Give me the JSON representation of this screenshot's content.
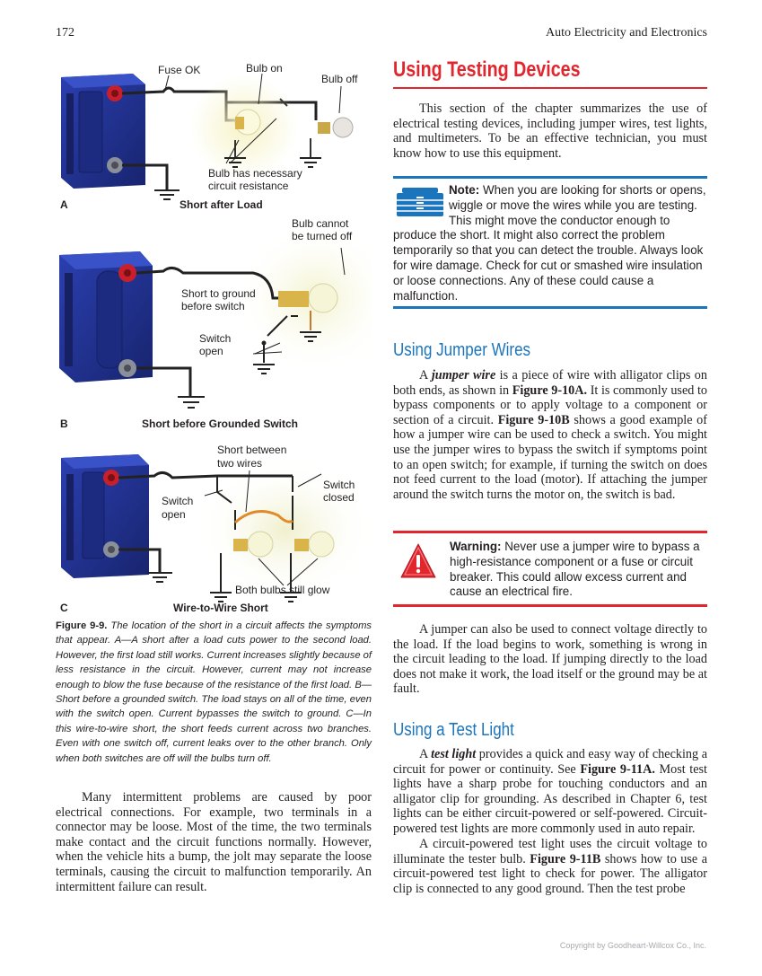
{
  "header": {
    "page_number": "172",
    "book_title": "Auto Electricity and Electronics"
  },
  "figure": {
    "panel_a": {
      "letter": "A",
      "title": "Short after Load",
      "callouts": {
        "fuse": "Fuse OK",
        "bulb_on": "Bulb on",
        "bulb_off": "Bulb off",
        "resistance_1": "Bulb has necessary",
        "resistance_2": "circuit resistance"
      }
    },
    "panel_b": {
      "letter": "B",
      "title": "Short before Grounded Switch",
      "callouts": {
        "cannot_1": "Bulb cannot",
        "cannot_2": "be turned off",
        "short_1": "Short to ground",
        "short_2": "before switch",
        "switch_1": "Switch",
        "switch_2": "open"
      }
    },
    "panel_c": {
      "letter": "C",
      "title": "Wire-to-Wire Short",
      "callouts": {
        "between_1": "Short between",
        "between_2": "two wires",
        "closed_1": "Switch",
        "closed_2": "closed",
        "open_1": "Switch",
        "open_2": "open",
        "glow": "Both bulbs still glow"
      }
    },
    "caption_label": "Figure 9-9.",
    "caption_text": "The location of the short in a circuit affects the symptoms that appear. A—A short after a load cuts power to the second load. However, the first load still works. Current increases slightly because of less resistance in the circuit. However, current may not increase enough to blow the fuse because of the resistance of the first load. B—Short before a grounded switch. The load stays on all of the time, even with the switch open. Current bypasses the switch to ground. C—In this wire-to-wire short, the short feeds current across two branches. Even with one switch off, current leaks over to the other branch. Only when both switches are off will the bulbs turn off."
  },
  "left_paragraph": "Many intermittent problems are caused by poor electrical connections. For example, two terminals in a connector may be loose. Most of the time, the two terminals make contact and the circuit functions normally. However, when the vehicle hits a bump, the jolt may separate the loose terminals, causing the circuit to malfunction temporarily. An intermittent failure can result.",
  "section": {
    "title": "Using Testing Devices",
    "intro": "This section of the chapter summarizes the use of electrical testing devices, including jumper wires, test lights, and multimeters. To be an effective technician, you must know how to use this equipment."
  },
  "note": {
    "label": "Note:",
    "text": "When you are looking for shorts or opens, wiggle or move the wires while you are testing. This might move the conductor enough to produce the short. It might also correct the problem temporarily so that you can detect the trouble. Always look for wire damage. Check for cut or smashed wire insulation or loose connections. Any of these could cause a malfunction."
  },
  "jumper": {
    "heading": "Using Jumper Wires",
    "p1_a": "A ",
    "p1_term": "jumper wire",
    "p1_b": " is a piece of wire with alligator clips on both ends, as shown in ",
    "p1_ref1": "Figure 9-10A.",
    "p1_c": " It is commonly used to bypass components or to apply voltage to a component or section of a circuit. ",
    "p1_ref2": "Figure 9-10B",
    "p1_d": " shows a good example of how a jumper wire can be used to check a switch. You might use the jumper wires to bypass the switch if symptoms point to an open switch; for example, if turning the switch on does not feed current to the load (motor). If attaching the jumper around the switch turns the motor on, the switch is bad.",
    "p2": "A jumper can also be used to connect voltage directly to the load. If the load begins to work, something is wrong in the circuit leading to the load. If jumping directly to the load does not make it work, the load itself or the ground may be at fault."
  },
  "warning": {
    "label": "Warning:",
    "text": "Never use a jumper wire to bypass a high-resistance component or a fuse or circuit breaker. This could allow excess current and cause an electrical fire."
  },
  "test_light": {
    "heading": "Using a Test Light",
    "p1_a": "A ",
    "p1_term": "test light",
    "p1_b": " provides a quick and easy way of checking a circuit for power or continuity. See ",
    "p1_ref": "Figure 9-11A.",
    "p1_c": " Most test lights have a sharp probe for touching conductors and an alligator clip for grounding. As described in Chapter 6, test lights can be either circuit-powered or self-powered. Circuit-powered test lights are more commonly used in auto repair.",
    "p2_a": "A circuit-powered test light uses the circuit voltage to illuminate the tester bulb. ",
    "p2_ref": "Figure 9-11B",
    "p2_b": " shows how to use a circuit-powered test light to check for power. The alligator clip is connected to any good ground. Then the test probe"
  },
  "copyright": "Copyright by Goodheart-Willcox Co., Inc.",
  "colors": {
    "heading_red": "#e1262d",
    "heading_blue": "#1b75bc",
    "battery_blue": "#1f2f8f"
  },
  "icons": [
    "toolbox-icon",
    "warning-triangle-icon",
    "bulb-icon",
    "ground-symbol-icon",
    "battery-icon"
  ]
}
